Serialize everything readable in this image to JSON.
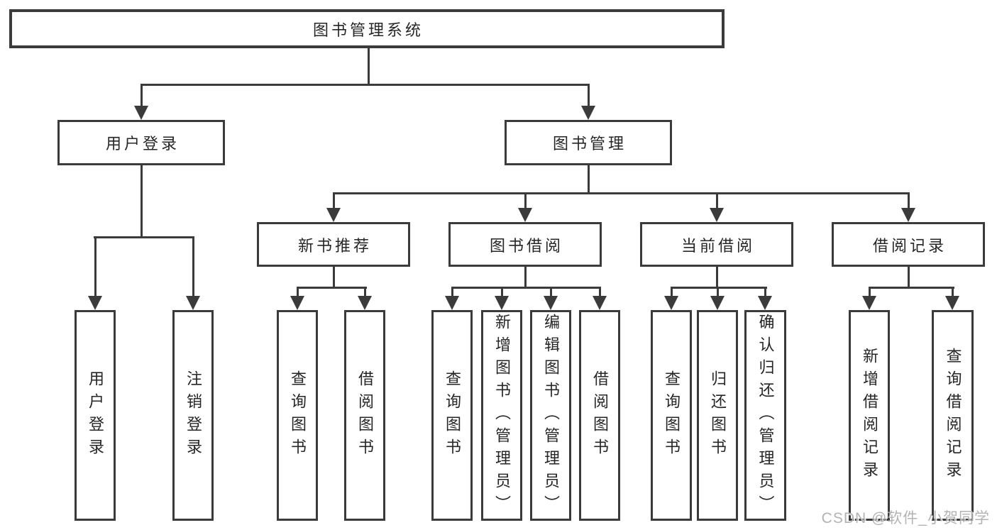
{
  "tree": {
    "label": "图书管理系统",
    "children": [
      {
        "label": "用户登录",
        "children": [
          {
            "label": "用户登录"
          },
          {
            "label": "注销登录"
          }
        ]
      },
      {
        "label": "图书管理",
        "children": [
          {
            "label": "新书推荐",
            "children": [
              {
                "label": "查询图书"
              },
              {
                "label": "借阅图书"
              }
            ]
          },
          {
            "label": "图书借阅",
            "children": [
              {
                "label": "查询图书"
              },
              {
                "label": "新增图书（管理员）"
              },
              {
                "label": "编辑图书（管理员）"
              },
              {
                "label": "借阅图书"
              }
            ]
          },
          {
            "label": "当前借阅",
            "children": [
              {
                "label": "查询图书"
              },
              {
                "label": "归还图书"
              },
              {
                "label": "确认归还（管理员）"
              }
            ]
          },
          {
            "label": "借阅记录",
            "children": [
              {
                "label": "新增借阅记录"
              },
              {
                "label": "查询借阅记录"
              }
            ]
          }
        ]
      }
    ]
  },
  "watermark": {
    "text": "CSDN @软件_小贺同学"
  },
  "colors": {
    "line": "#3b3b3b",
    "text": "#262626",
    "box_fill": "#ffffff",
    "background": "#ffffff",
    "watermark": "#b3b3b3"
  }
}
